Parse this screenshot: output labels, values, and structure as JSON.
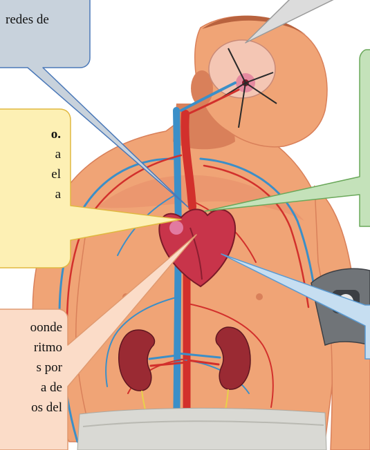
{
  "callouts": {
    "top_left": {
      "lines": [
        "redes de"
      ],
      "fill": "#c8d2dc"
    },
    "mid_left": {
      "bold_line": "o.",
      "lines": [
        "a",
        "el",
        "a"
      ],
      "fill": "#fdf0b4"
    },
    "bottom_left": {
      "lines": [
        "oonde",
        "ritmo",
        "s por",
        "a de",
        "os del"
      ],
      "fill": "#fbdcc8"
    },
    "top_center": {
      "fill": "#dcdcdc"
    },
    "right_green": {
      "fill": "#c4e2ba"
    },
    "right_blue": {
      "fill": "#c6def1"
    }
  },
  "colors": {
    "skin": "#f0a476",
    "skin_shadow": "#d9805a",
    "artery": "#d2302c",
    "vein": "#3b8fc8",
    "heart": "#c8344a",
    "kidney": "#9a2a33",
    "brain": "#f4c6b4",
    "cloth": "#d9d9d4",
    "cuff": "#707478"
  }
}
